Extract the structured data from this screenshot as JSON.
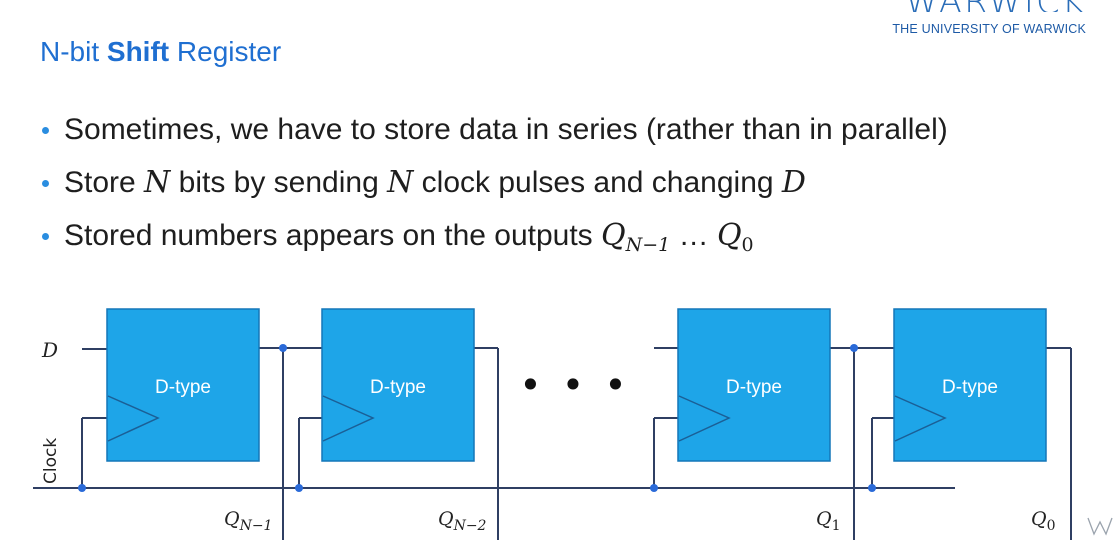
{
  "logo": {
    "wordmark": "WARWICK",
    "subtitle": "THE UNIVERSITY OF WARWICK"
  },
  "title": {
    "part1": "N-bit ",
    "bold": "Shift",
    "part2": " Register"
  },
  "bullets": [
    {
      "a": "Sometimes, we have to store data in series (rather than in parallel)"
    },
    {
      "a": "Store ",
      "b": "N",
      "c": " bits by sending ",
      "d": "N",
      "e": " clock pulses and changing ",
      "f": "D"
    },
    {
      "a": "Stored numbers appears on the outputs ",
      "q1": "Q",
      "q1sub": "N−1",
      "mid": " … ",
      "q2": "Q",
      "q2sub": "0"
    }
  ],
  "circuit": {
    "input_label": "D",
    "clock_label": "Clock",
    "flipflop_label": "D-type",
    "ellipsis": "• • •",
    "outputs": [
      {
        "q": "Q",
        "sub": "N−1"
      },
      {
        "q": "Q",
        "sub": "N−2"
      },
      {
        "q": "Q",
        "sub": "1"
      },
      {
        "q": "Q",
        "sub": "0"
      }
    ]
  },
  "colors": {
    "box_fill": "#1ea5e8",
    "box_stroke": "#1377b9",
    "wire": "#2f3f63",
    "title": "#1f6fd1",
    "bullet_dot": "#2a8de0"
  }
}
